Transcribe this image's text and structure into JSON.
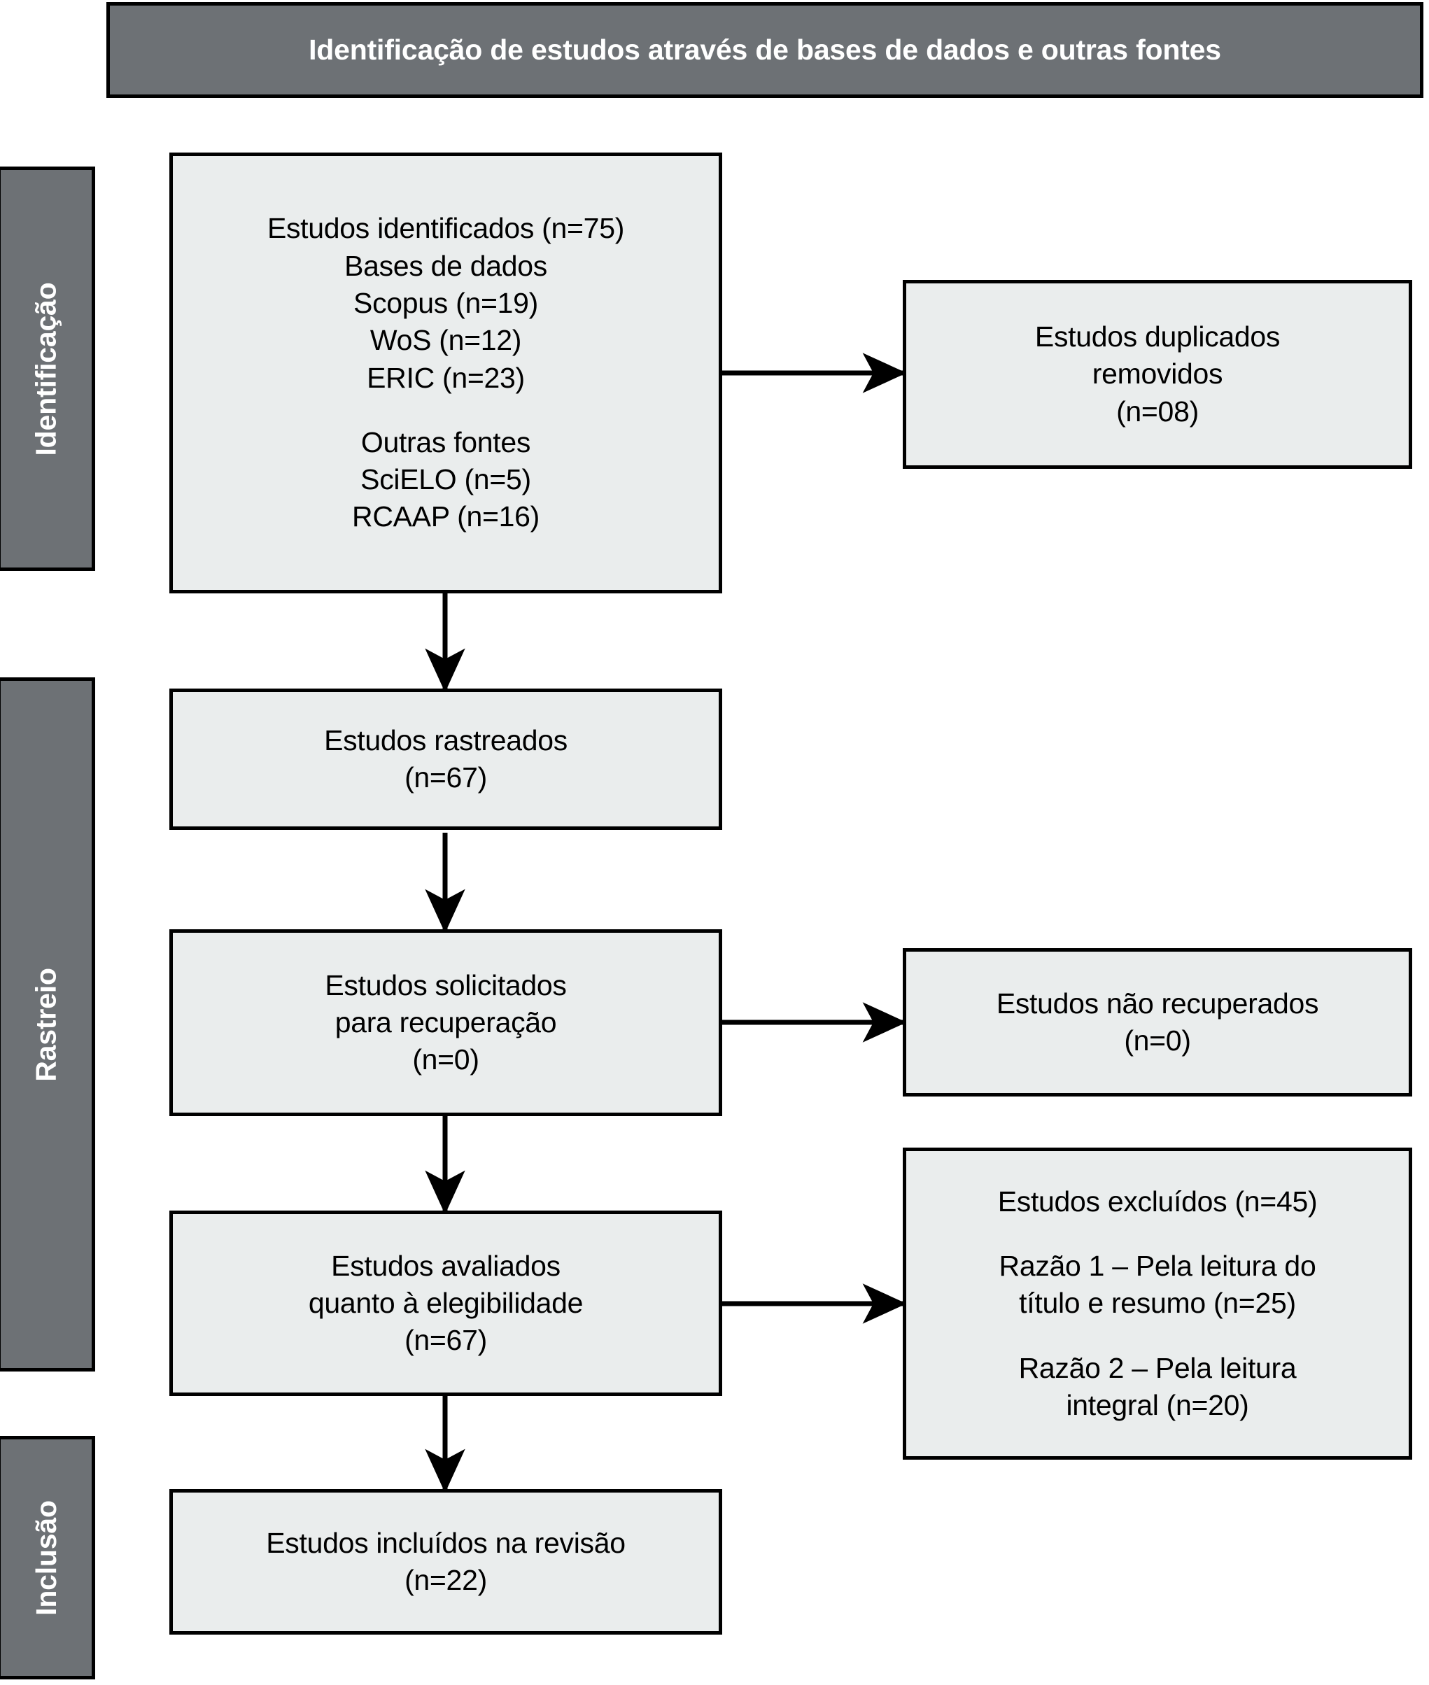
{
  "header": {
    "title": "Identificação de estudos através de bases de dados e outras fontes"
  },
  "stages": [
    {
      "id": "identificacao",
      "label": "Identificação"
    },
    {
      "id": "rastreio",
      "label": "Rastreio"
    },
    {
      "id": "inclusao",
      "label": "Inclusão"
    }
  ],
  "boxes": {
    "identified": {
      "name": "studies-identified-box",
      "lines": [
        {
          "text": "Estudos identificados (n=75)"
        },
        {
          "text": "Bases de dados"
        },
        {
          "text": "Scopus (n=19)"
        },
        {
          "text": "WoS (n=12)"
        },
        {
          "text": "ERIC (n=23)"
        },
        {
          "text": "Outras fontes",
          "spacer_before": true
        },
        {
          "text": "SciELO (n=5)"
        },
        {
          "text": "RCAAP (n=16)"
        }
      ]
    },
    "duplicates_removed": {
      "name": "duplicates-removed-box",
      "lines": [
        {
          "text": "Estudos duplicados"
        },
        {
          "text": "removidos"
        },
        {
          "text": "(n=08)"
        }
      ]
    },
    "screened": {
      "name": "studies-screened-box",
      "lines": [
        {
          "text": "Estudos rastreados"
        },
        {
          "text": "(n=67)"
        }
      ]
    },
    "sought_retrieval": {
      "name": "studies-sought-retrieval-box",
      "lines": [
        {
          "text": "Estudos solicitados"
        },
        {
          "text": "para recuperação"
        },
        {
          "text": "(n=0)"
        }
      ]
    },
    "not_retrieved": {
      "name": "studies-not-retrieved-box",
      "lines": [
        {
          "text": "Estudos não recuperados"
        },
        {
          "text": "(n=0)"
        }
      ]
    },
    "eligibility": {
      "name": "studies-assessed-eligibility-box",
      "lines": [
        {
          "text": "Estudos avaliados"
        },
        {
          "text": "quanto à elegibilidade"
        },
        {
          "text": "(n=67)"
        }
      ]
    },
    "excluded": {
      "name": "studies-excluded-box",
      "lines": [
        {
          "text": "Estudos excluídos (n=45)"
        },
        {
          "text": "Razão 1 – Pela leitura do",
          "spacer_before": true
        },
        {
          "text": "título e resumo (n=25)"
        },
        {
          "text": "Razão 2 – Pela leitura",
          "spacer_before": true
        },
        {
          "text": "integral (n=20)"
        }
      ]
    },
    "included": {
      "name": "studies-included-box",
      "lines": [
        {
          "text": "Estudos incluídos na revisão"
        },
        {
          "text": "(n=22)"
        }
      ]
    }
  },
  "flow": {
    "counts": {
      "identified_total": 75,
      "scopus": 19,
      "wos": 12,
      "eric": 23,
      "scielo": 5,
      "rcaap": 16,
      "duplicates_removed": 8,
      "screened": 67,
      "sought_retrieval": 0,
      "not_retrieved": 0,
      "assessed_eligibility": 67,
      "excluded_total": 45,
      "excluded_reason1": 25,
      "excluded_reason2": 20,
      "included": 22
    },
    "connectors": [
      {
        "name": "arrow-identified-to-duplicates",
        "type": "horizontal"
      },
      {
        "name": "arrow-identified-to-screened",
        "type": "vertical"
      },
      {
        "name": "arrow-screened-to-sought",
        "type": "vertical"
      },
      {
        "name": "arrow-sought-to-not-retrieved",
        "type": "horizontal"
      },
      {
        "name": "arrow-sought-to-eligibility",
        "type": "vertical"
      },
      {
        "name": "arrow-eligibility-to-excluded",
        "type": "horizontal"
      },
      {
        "name": "arrow-eligibility-to-included",
        "type": "vertical"
      }
    ]
  },
  "colors": {
    "stage_band": "#6d7175",
    "box_fill": "#eaeded",
    "border": "#000000",
    "text_dark": "#000000",
    "text_light": "#ffffff"
  }
}
